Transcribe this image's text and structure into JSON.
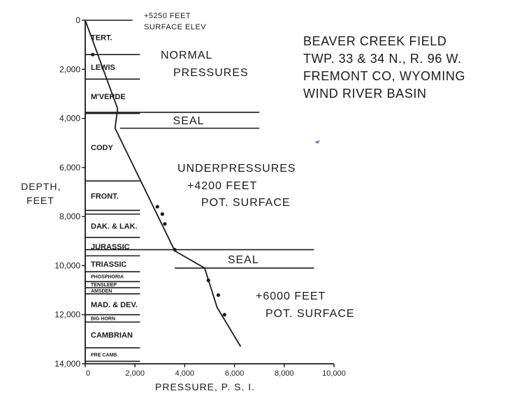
{
  "chart_data": {
    "type": "line",
    "title_lines": [
      "BEAVER CREEK FIELD",
      "TWP. 33 & 34 N., R. 96 W.",
      "FREMONT CO, WYOMING",
      "WIND RIVER BASIN"
    ],
    "xlabel": "PRESSURE, P. S. I.",
    "ylabel_lines": [
      "DEPTH,",
      "FEET"
    ],
    "xlim": [
      0,
      10000
    ],
    "ylim": [
      0,
      14000
    ],
    "x_ticks": [
      {
        "v": 0,
        "label": "0"
      },
      {
        "v": 2000,
        "label": "2,000"
      },
      {
        "v": 4000,
        "label": "4,000"
      },
      {
        "v": 6000,
        "label": "6,000"
      },
      {
        "v": 8000,
        "label": "8,000"
      },
      {
        "v": 10000,
        "label": "10,000"
      }
    ],
    "y_ticks": [
      {
        "v": 0,
        "label": "0"
      },
      {
        "v": 2000,
        "label": "2,000"
      },
      {
        "v": 4000,
        "label": "4,000"
      },
      {
        "v": 6000,
        "label": "6,000"
      },
      {
        "v": 8000,
        "label": "8,000"
      },
      {
        "v": 10000,
        "label": "10,000"
      },
      {
        "v": 12000,
        "label": "12,000"
      },
      {
        "v": 14000,
        "label": "14,000"
      }
    ],
    "series": [
      {
        "name": "",
        "color": "#1a1a1a",
        "x": [
          0,
          1300,
          1200,
          3600,
          4800,
          5300,
          6250
        ],
        "y": [
          0,
          3600,
          4400,
          9400,
          10100,
          11700,
          13300
        ]
      }
    ],
    "measured_points": {
      "x": [
        300,
        2900,
        3100,
        3200,
        3600,
        4950,
        5350,
        5600
      ],
      "y": [
        1400,
        7600,
        7900,
        8300,
        9350,
        10600,
        11200,
        12000
      ]
    },
    "formations": [
      {
        "name": "TERT.",
        "top": 0,
        "bottom": 1400
      },
      {
        "name": "LEWIS",
        "top": 1400,
        "bottom": 2400
      },
      {
        "name": "M'VERDE",
        "top": 2400,
        "bottom": 3800
      },
      {
        "name": "CODY",
        "top": 3800,
        "bottom": 6550
      },
      {
        "name": "FRONT.",
        "top": 6550,
        "bottom": 7750
      },
      {
        "name": "DAK. & LAK.",
        "top": 7900,
        "bottom": 8850
      },
      {
        "name": "JURASSIC",
        "top": 8850,
        "bottom": 9600
      },
      {
        "name": "TRIASSIC",
        "top": 9600,
        "bottom": 10250
      },
      {
        "name": "PHOSPHORIA",
        "top": 10250,
        "bottom": 10650
      },
      {
        "name": "TENSLEEP",
        "top": 10650,
        "bottom": 10900
      },
      {
        "name": "AMSDEN",
        "top": 10900,
        "bottom": 11150
      },
      {
        "name": "MAD. & DEV.",
        "top": 11150,
        "bottom": 12000
      },
      {
        "name": "BIG HORN",
        "top": 12000,
        "bottom": 12300
      },
      {
        "name": "CAMBRIAN",
        "top": 12300,
        "bottom": 13350
      },
      {
        "name": "PRE CAMB",
        "top": 13350,
        "bottom": 13900
      }
    ],
    "seals": [
      {
        "label": "SEAL",
        "top": 3750,
        "bottom": 4400,
        "x_start": 1400,
        "x_end": 7000
      },
      {
        "label": "SEAL",
        "top": 9350,
        "bottom": 10100,
        "x_start": 3600,
        "x_end": 9200
      }
    ],
    "annotations": {
      "surface": [
        "+5250 FEET",
        "SURFACE ELEV"
      ],
      "normal": [
        "NORMAL",
        "PRESSURES"
      ],
      "under": [
        "UNDERPRESSURES",
        "+4200 FEET",
        "POT. SURFACE"
      ],
      "lower": [
        "+6000 FEET",
        "POT. SURFACE"
      ]
    }
  }
}
